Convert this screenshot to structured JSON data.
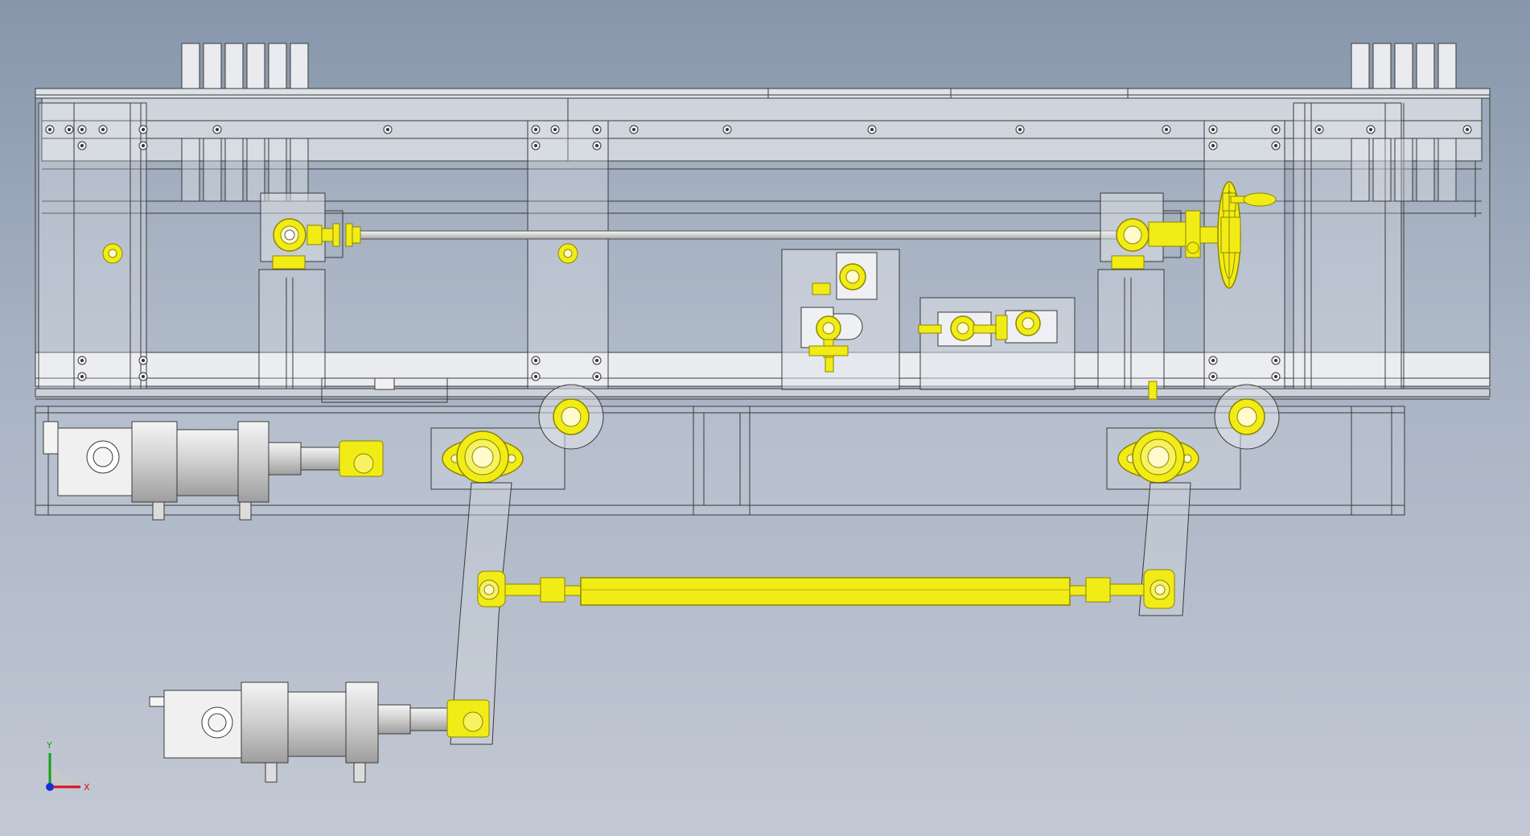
{
  "view": {
    "type": "CAD assembly drawing (front view)",
    "highlight_color": "#f2ec16",
    "highlight_outline": "#8c8500",
    "background_top": "#8796ab",
    "background_bottom": "#c3c9d4"
  },
  "triad": {
    "x_label": "X",
    "y_label": "Y",
    "x_color": "#d8101c",
    "y_color": "#12a214",
    "z_color": "#1b2fd6"
  },
  "components": {
    "handwheel": "handwheel-icon",
    "tie_rod": "tie-rod-icon",
    "pneumatic_cylinder": "pneumatic-cylinder-icon",
    "flange_bearing": "flange-bearing-icon",
    "drive_shaft": "drive-shaft-icon"
  }
}
